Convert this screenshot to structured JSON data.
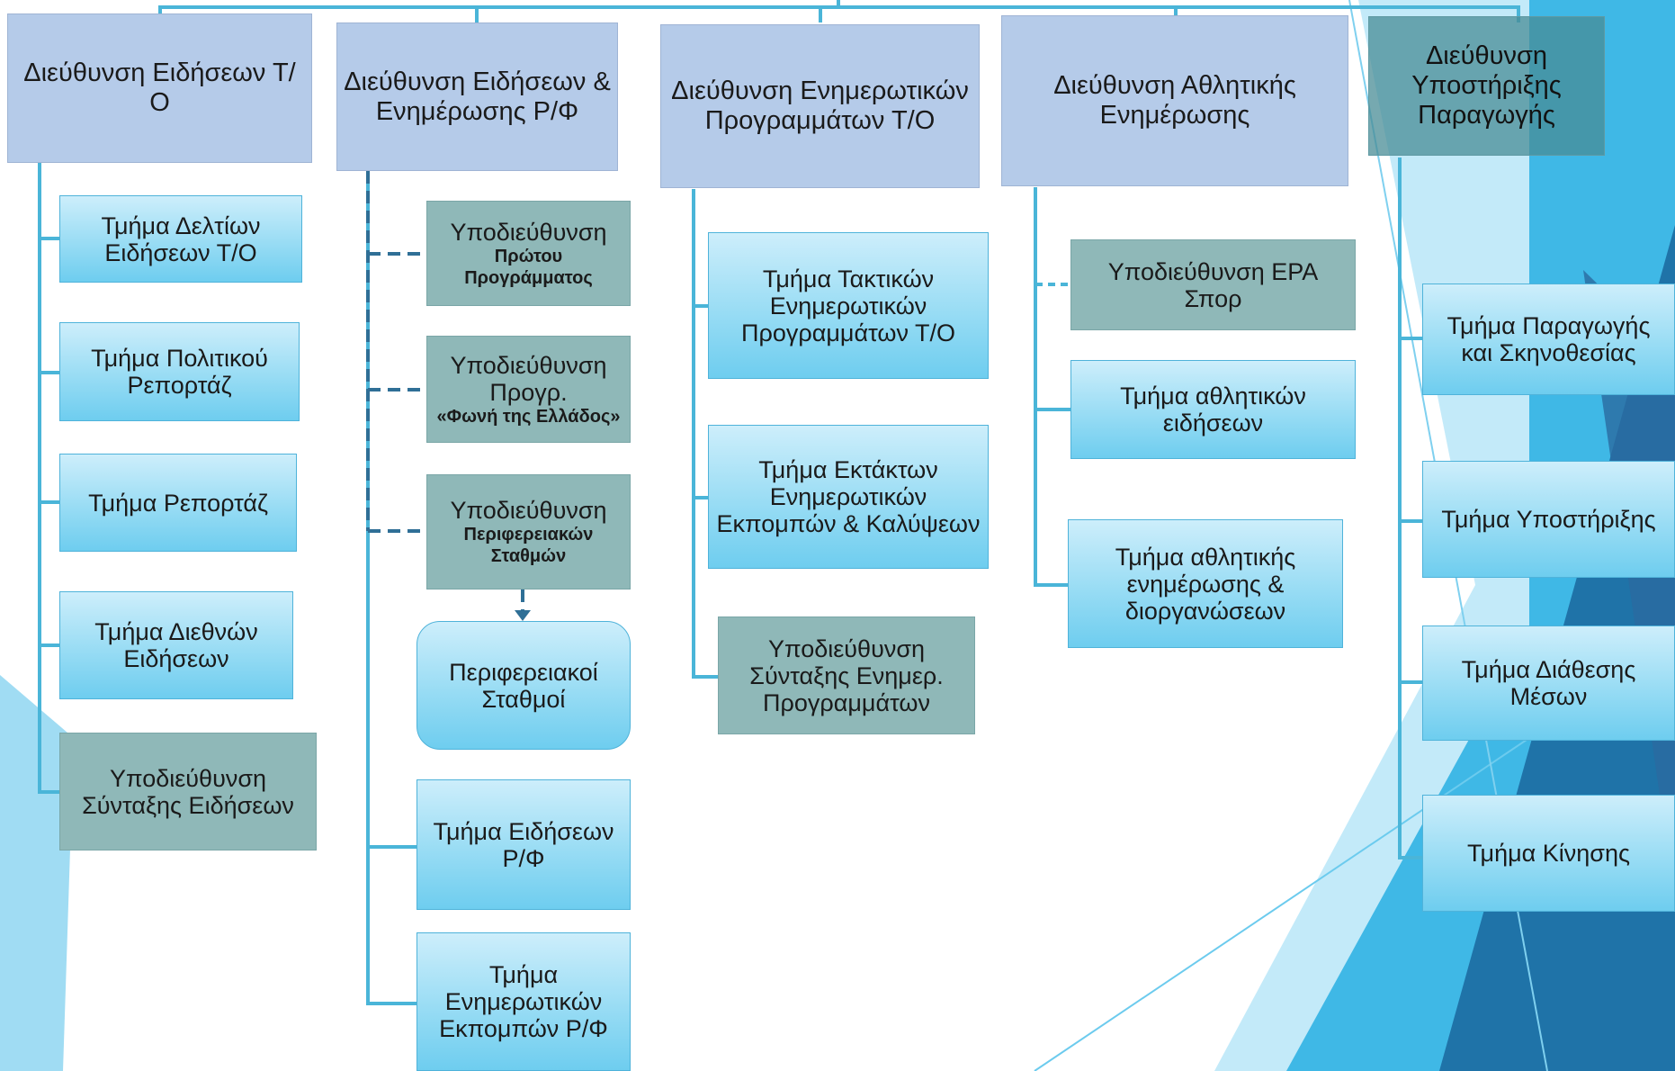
{
  "colors": {
    "director_fill": "#b5cbe9",
    "department_fill_top": "#cdeefb",
    "department_fill_bottom": "#6ecdef",
    "subdirectorate_fill": "#8fb8b8",
    "connector": "#4ab5d8",
    "dashed_connector": "#2f6f96",
    "background_accent": "#2a8fd0"
  },
  "directorates": [
    {
      "title": "Διεύθυνση Ειδήσεων Τ/Ο"
    },
    {
      "title": "Διεύθυνση Ειδήσεων & Ενημέρωσης Ρ/Φ"
    },
    {
      "title": "Διεύθυνση Ενημερωτικών Προγραμμάτων Τ/Ο"
    },
    {
      "title": "Διεύθυνση Αθλητικής Ενημέρωσης"
    },
    {
      "title": "Διεύθυνση Υποστήριξης Παραγωγής"
    }
  ],
  "col1": {
    "dept1": "Τμήμα Δελτίων Ειδήσεων Τ/Ο",
    "dept2": "Τμήμα Πολιτικού Ρεπορτάζ",
    "dept3": "Τμήμα Ρεπορτάζ",
    "dept4": "Τμήμα Διεθνών Ειδήσεων",
    "sub1": "Υποδιεύθυνση Σύνταξης Ειδήσεων"
  },
  "col2": {
    "sub1_line1": "Υποδιεύθυνση",
    "sub1_line2": "Πρώτου Προγράμματος",
    "sub2_line1": "Υποδιεύθυνση Προγρ.",
    "sub2_line2": "«Φωνή της Ελλάδος»",
    "sub3_line1": "Υποδιεύθυνση",
    "sub3_line2": "Περιφερειακών Σταθμών",
    "regional": "Περιφερειακοί Σταθμοί",
    "dept1": "Τμήμα Ειδήσεων Ρ/Φ",
    "dept2": "Τμήμα Ενημερωτικών Εκπομπών Ρ/Φ"
  },
  "col3": {
    "dept1": "Τμήμα Τακτικών Ενημερωτικών Προγραμμάτων Τ/Ο",
    "dept2": "Τμήμα Εκτάκτων Ενημερωτικών Εκπομπών & Καλύψεων",
    "sub1": "Υποδιεύθυνση Σύνταξης Ενημερ. Προγραμμάτων"
  },
  "col4": {
    "sub1": "Υποδιεύθυνση ΕΡΑ Σπορ",
    "dept1": "Τμήμα αθλητικών ειδήσεων",
    "dept2": "Τμήμα αθλητικής ενημέρωσης & διοργανώσεων"
  },
  "col5": {
    "dept1": "Τμήμα Παραγωγής και Σκηνοθεσίας",
    "dept2": "Τμήμα Υποστήριξης",
    "dept3": "Τμήμα Διάθεσης Μέσων",
    "dept4": "Τμήμα Κίνησης"
  }
}
